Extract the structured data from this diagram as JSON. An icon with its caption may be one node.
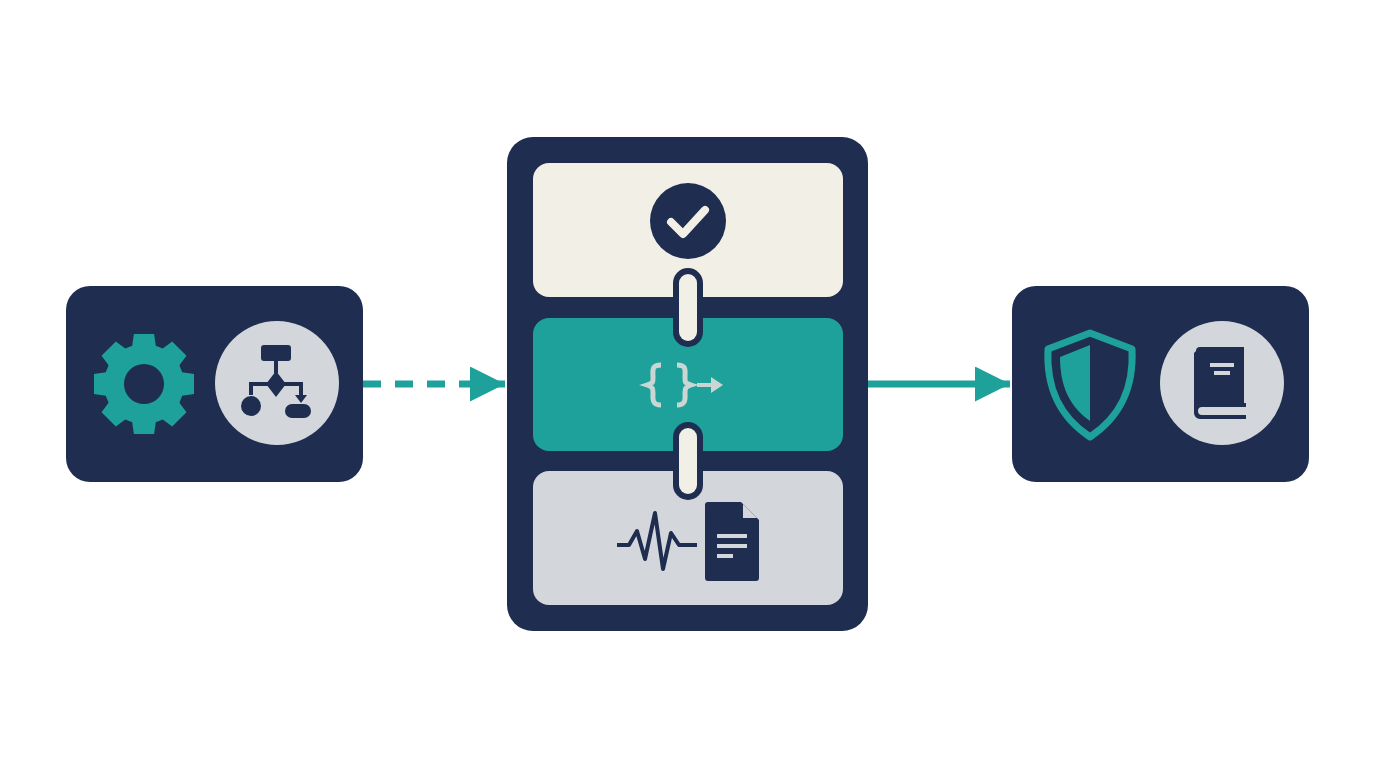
{
  "diagram": {
    "nodes": [
      {
        "text": [],
        "shape": "box"
      },
      {
        "text": [],
        "shape": "box"
      },
      {
        "text": [],
        "shape": "box",
        "in": 1
      },
      {
        "text": [],
        "shape": "box",
        "in": 1
      },
      {
        "text": [],
        "shape": "box",
        "in": 1
      },
      {
        "text": [],
        "shape": "box"
      }
    ],
    "edges": [
      {
        "from": 0,
        "to": 1,
        "arrow": "to",
        "style": "dashed"
      },
      {
        "from": 2,
        "to": 3,
        "arrow": "none",
        "style": "thick",
        "color": "#f2f0e6"
      },
      {
        "from": 3,
        "to": 4,
        "arrow": "none",
        "style": "thick",
        "color": "#f2f0e6"
      },
      {
        "from": 1,
        "to": 5,
        "arrow": "to"
      }
    ]
  }
}
